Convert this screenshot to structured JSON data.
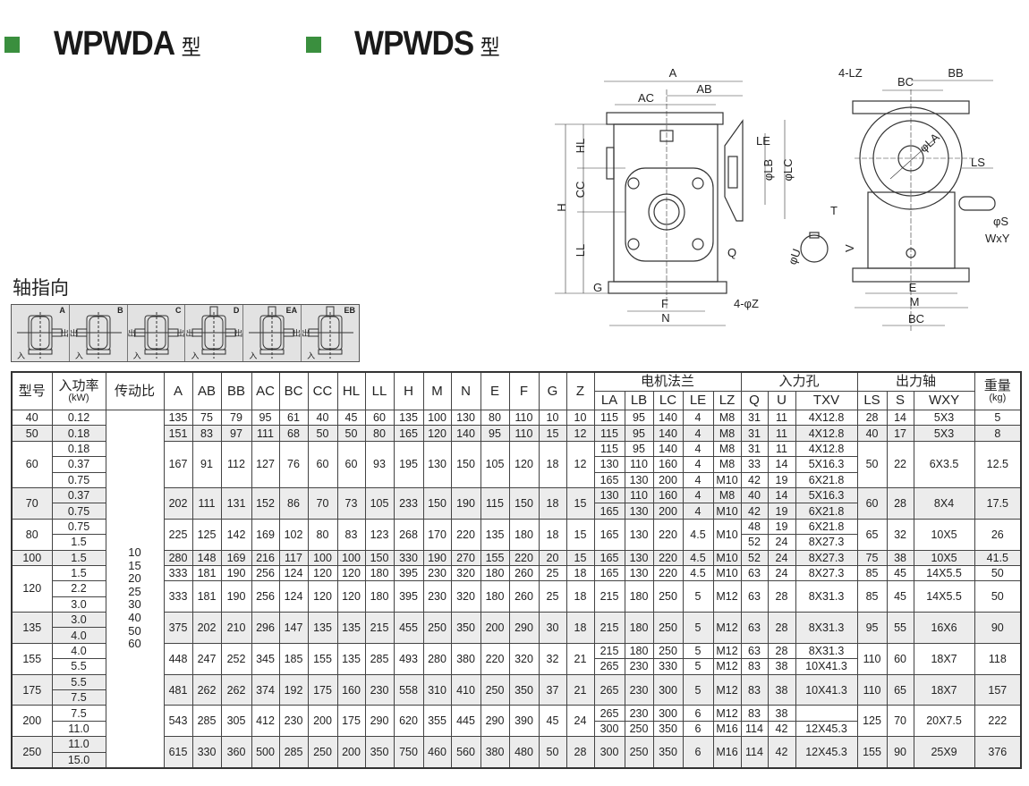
{
  "header": {
    "left_title": "WPWDA",
    "right_title": "WPWDS",
    "type_suffix": "型",
    "accent_color": "#3a8f3e"
  },
  "shaft_direction": {
    "title": "轴指向",
    "in_label": "入",
    "out_label": "出",
    "types": [
      "A",
      "B",
      "C",
      "D",
      "EA",
      "EB"
    ]
  },
  "drawing": {
    "labels": {
      "A": "A",
      "AB": "AB",
      "AC": "AC",
      "H": "H",
      "HL": "HL",
      "CC": "CC",
      "LL": "LL",
      "G": "G",
      "F": "F",
      "N": "N",
      "Z": "4-φZ",
      "LE": "LE",
      "LB": "φLB",
      "LC": "φLC",
      "Q": "Q",
      "T": "T",
      "U": "φU",
      "V": "V",
      "LZ": "4-LZ",
      "BC_top": "BC",
      "BB": "BB",
      "LA": "φLA",
      "LS": "LS",
      "S": "φS",
      "WXY": "WxY",
      "E": "E",
      "M": "M",
      "BC_bottom": "BC"
    }
  },
  "table": {
    "headers": {
      "model": "型号",
      "power": "入功率",
      "power_unit": "(kW)",
      "ratio": "传动比",
      "dims": [
        "A",
        "AB",
        "BB",
        "AC",
        "BC",
        "CC",
        "HL",
        "LL",
        "H",
        "M",
        "N",
        "E",
        "F",
        "G",
        "Z"
      ],
      "flange_group": "电机法兰",
      "flange": [
        "LA",
        "LB",
        "LC",
        "LE",
        "LZ"
      ],
      "input_group": "入力孔",
      "input": [
        "Q",
        "U",
        "TXV"
      ],
      "output_group": "出力轴",
      "output": [
        "LS",
        "S",
        "WXY"
      ],
      "weight": "重量",
      "weight_unit": "(kg)"
    },
    "ratios": [
      "10",
      "15",
      "20",
      "25",
      "30",
      "40",
      "50",
      "60"
    ],
    "rows": [
      {
        "model": "40",
        "power": [
          "0.12"
        ],
        "dims": [
          {
            "span": 1,
            "v": [
              "135",
              "75",
              "79",
              "95",
              "61",
              "40",
              "45",
              "60",
              "135",
              "100",
              "130",
              "80",
              "110",
              "10",
              "10"
            ]
          }
        ],
        "flange": [
          {
            "span": 1,
            "v": [
              "115",
              "95",
              "140",
              "4",
              "M8"
            ]
          }
        ],
        "input": [
          {
            "span": 1,
            "v": [
              "31",
              "11",
              "4X12.8"
            ]
          }
        ],
        "output": [
          {
            "span": 1,
            "v": [
              "28",
              "14",
              "5X3"
            ]
          }
        ],
        "weight": [
          {
            "span": 1,
            "v": [
              "5"
            ]
          }
        ]
      },
      {
        "model": "50",
        "power": [
          "0.18"
        ],
        "dims": [
          {
            "span": 1,
            "v": [
              "151",
              "83",
              "97",
              "111",
              "68",
              "50",
              "50",
              "80",
              "165",
              "120",
              "140",
              "95",
              "110",
              "15",
              "12"
            ]
          }
        ],
        "flange": [
          {
            "span": 1,
            "v": [
              "115",
              "95",
              "140",
              "4",
              "M8"
            ]
          }
        ],
        "input": [
          {
            "span": 1,
            "v": [
              "31",
              "11",
              "4X12.8"
            ]
          }
        ],
        "output": [
          {
            "span": 1,
            "v": [
              "40",
              "17",
              "5X3"
            ]
          }
        ],
        "weight": [
          {
            "span": 1,
            "v": [
              "8"
            ]
          }
        ]
      },
      {
        "model": "60",
        "power": [
          "0.18",
          "0.37",
          "0.75"
        ],
        "dims": [
          {
            "span": 3,
            "v": [
              "167",
              "91",
              "112",
              "127",
              "76",
              "60",
              "60",
              "93",
              "195",
              "130",
              "150",
              "105",
              "120",
              "18",
              "12"
            ]
          }
        ],
        "flange": [
          {
            "span": 1,
            "v": [
              "115",
              "95",
              "140",
              "4",
              "M8"
            ]
          },
          {
            "span": 1,
            "v": [
              "130",
              "110",
              "160",
              "4",
              "M8"
            ]
          },
          {
            "span": 1,
            "v": [
              "165",
              "130",
              "200",
              "4",
              "M10"
            ]
          }
        ],
        "input": [
          {
            "span": 1,
            "v": [
              "31",
              "11",
              "4X12.8"
            ]
          },
          {
            "span": 1,
            "v": [
              "33",
              "14",
              "5X16.3"
            ]
          },
          {
            "span": 1,
            "v": [
              "42",
              "19",
              "6X21.8"
            ]
          }
        ],
        "output": [
          {
            "span": 3,
            "v": [
              "50",
              "22",
              "6X3.5"
            ]
          }
        ],
        "weight": [
          {
            "span": 3,
            "v": [
              "12.5"
            ]
          }
        ]
      },
      {
        "model": "70",
        "power": [
          "0.37",
          "0.75"
        ],
        "dims": [
          {
            "span": 2,
            "v": [
              "202",
              "111",
              "131",
              "152",
              "86",
              "70",
              "73",
              "105",
              "233",
              "150",
              "190",
              "115",
              "150",
              "18",
              "15"
            ]
          }
        ],
        "flange": [
          {
            "span": 1,
            "v": [
              "130",
              "110",
              "160",
              "4",
              "M8"
            ]
          },
          {
            "span": 1,
            "v": [
              "165",
              "130",
              "200",
              "4",
              "M10"
            ]
          }
        ],
        "input": [
          {
            "span": 1,
            "v": [
              "40",
              "14",
              "5X16.3"
            ]
          },
          {
            "span": 1,
            "v": [
              "42",
              "19",
              "6X21.8"
            ]
          }
        ],
        "output": [
          {
            "span": 2,
            "v": [
              "60",
              "28",
              "8X4"
            ]
          }
        ],
        "weight": [
          {
            "span": 2,
            "v": [
              "17.5"
            ]
          }
        ]
      },
      {
        "model": "80",
        "power": [
          "0.75",
          "1.5"
        ],
        "dims": [
          {
            "span": 2,
            "v": [
              "225",
              "125",
              "142",
              "169",
              "102",
              "80",
              "83",
              "123",
              "268",
              "170",
              "220",
              "135",
              "180",
              "18",
              "15"
            ]
          }
        ],
        "flange": [
          {
            "span": 2,
            "v": [
              "165",
              "130",
              "220",
              "4.5",
              "M10"
            ]
          }
        ],
        "input": [
          {
            "span": 1,
            "v": [
              "48",
              "19",
              "6X21.8"
            ]
          },
          {
            "span": 1,
            "v": [
              "52",
              "24",
              "8X27.3"
            ]
          }
        ],
        "output": [
          {
            "span": 2,
            "v": [
              "65",
              "32",
              "10X5"
            ]
          }
        ],
        "weight": [
          {
            "span": 2,
            "v": [
              "26"
            ]
          }
        ]
      },
      {
        "model": "100",
        "power": [
          "1.5"
        ],
        "dims": [
          {
            "span": 1,
            "v": [
              "280",
              "148",
              "169",
              "216",
              "117",
              "100",
              "100",
              "150",
              "330",
              "190",
              "270",
              "155",
              "220",
              "20",
              "15"
            ]
          }
        ],
        "flange": [
          {
            "span": 1,
            "v": [
              "165",
              "130",
              "220",
              "4.5",
              "M10"
            ]
          }
        ],
        "input": [
          {
            "span": 1,
            "v": [
              "52",
              "24",
              "8X27.3"
            ]
          }
        ],
        "output": [
          {
            "span": 1,
            "v": [
              "75",
              "38",
              "10X5"
            ]
          }
        ],
        "weight": [
          {
            "span": 1,
            "v": [
              "41.5"
            ]
          }
        ]
      },
      {
        "model": "120",
        "power": [
          "1.5",
          "2.2",
          "3.0"
        ],
        "dims": [
          {
            "span": 1,
            "v": [
              "333",
              "181",
              "190",
              "256",
              "124",
              "120",
              "120",
              "180",
              "395",
              "230",
              "320",
              "180",
              "260",
              "25",
              "18"
            ]
          },
          {
            "span": 2,
            "v": [
              "333",
              "181",
              "190",
              "256",
              "124",
              "120",
              "120",
              "180",
              "395",
              "230",
              "320",
              "180",
              "260",
              "25",
              "18"
            ]
          }
        ],
        "flange": [
          {
            "span": 1,
            "v": [
              "165",
              "130",
              "220",
              "4.5",
              "M10"
            ]
          },
          {
            "span": 2,
            "v": [
              "215",
              "180",
              "250",
              "5",
              "M12"
            ]
          }
        ],
        "input": [
          {
            "span": 1,
            "v": [
              "63",
              "24",
              "8X27.3"
            ]
          },
          {
            "span": 2,
            "v": [
              "63",
              "28",
              "8X31.3"
            ]
          }
        ],
        "output": [
          {
            "span": 1,
            "v": [
              "85",
              "45",
              "14X5.5"
            ]
          },
          {
            "span": 2,
            "v": [
              "85",
              "45",
              "14X5.5"
            ]
          }
        ],
        "weight": [
          {
            "span": 1,
            "v": [
              "50"
            ]
          },
          {
            "span": 2,
            "v": [
              "50"
            ]
          }
        ]
      },
      {
        "model": "135",
        "power": [
          "3.0",
          "4.0"
        ],
        "dims": [
          {
            "span": 2,
            "v": [
              "375",
              "202",
              "210",
              "296",
              "147",
              "135",
              "135",
              "215",
              "455",
              "250",
              "350",
              "200",
              "290",
              "30",
              "18"
            ]
          }
        ],
        "flange": [
          {
            "span": 2,
            "v": [
              "215",
              "180",
              "250",
              "5",
              "M12"
            ]
          }
        ],
        "input": [
          {
            "span": 2,
            "v": [
              "63",
              "28",
              "8X31.3"
            ]
          }
        ],
        "output": [
          {
            "span": 2,
            "v": [
              "95",
              "55",
              "16X6"
            ]
          }
        ],
        "weight": [
          {
            "span": 2,
            "v": [
              "90"
            ]
          }
        ]
      },
      {
        "model": "155",
        "power": [
          "4.0",
          "5.5"
        ],
        "dims": [
          {
            "span": 2,
            "v": [
              "448",
              "247",
              "252",
              "345",
              "185",
              "155",
              "135",
              "285",
              "493",
              "280",
              "380",
              "220",
              "320",
              "32",
              "21"
            ]
          }
        ],
        "flange": [
          {
            "span": 1,
            "v": [
              "215",
              "180",
              "250",
              "5",
              "M12"
            ]
          },
          {
            "span": 1,
            "v": [
              "265",
              "230",
              "330",
              "5",
              "M12"
            ]
          }
        ],
        "input": [
          {
            "span": 1,
            "v": [
              "63",
              "28",
              "8X31.3"
            ]
          },
          {
            "span": 1,
            "v": [
              "83",
              "38",
              "10X41.3"
            ]
          }
        ],
        "output": [
          {
            "span": 2,
            "v": [
              "110",
              "60",
              "18X7"
            ]
          }
        ],
        "weight": [
          {
            "span": 2,
            "v": [
              "118"
            ]
          }
        ]
      },
      {
        "model": "175",
        "power": [
          "5.5",
          "7.5"
        ],
        "dims": [
          {
            "span": 2,
            "v": [
              "481",
              "262",
              "262",
              "374",
              "192",
              "175",
              "160",
              "230",
              "558",
              "310",
              "410",
              "250",
              "350",
              "37",
              "21"
            ]
          }
        ],
        "flange": [
          {
            "span": 2,
            "v": [
              "265",
              "230",
              "300",
              "5",
              "M12"
            ]
          }
        ],
        "input": [
          {
            "span": 2,
            "v": [
              "83",
              "38",
              "10X41.3"
            ]
          }
        ],
        "output": [
          {
            "span": 2,
            "v": [
              "110",
              "65",
              "18X7"
            ]
          }
        ],
        "weight": [
          {
            "span": 2,
            "v": [
              "157"
            ]
          }
        ]
      },
      {
        "model": "200",
        "power": [
          "7.5",
          "11.0"
        ],
        "dims": [
          {
            "span": 2,
            "v": [
              "543",
              "285",
              "305",
              "412",
              "230",
              "200",
              "175",
              "290",
              "620",
              "355",
              "445",
              "290",
              "390",
              "45",
              "24"
            ]
          }
        ],
        "flange": [
          {
            "span": 1,
            "v": [
              "265",
              "230",
              "300",
              "6",
              "M12"
            ]
          },
          {
            "span": 1,
            "v": [
              "300",
              "250",
              "350",
              "6",
              "M16"
            ]
          }
        ],
        "input": [
          {
            "span": 1,
            "v": [
              "83",
              "38",
              ""
            ]
          },
          {
            "span": 1,
            "v": [
              "114",
              "42",
              "12X45.3"
            ]
          }
        ],
        "output": [
          {
            "span": 2,
            "v": [
              "125",
              "70",
              "20X7.5"
            ]
          }
        ],
        "weight": [
          {
            "span": 2,
            "v": [
              "222"
            ]
          }
        ]
      },
      {
        "model": "250",
        "power": [
          "11.0",
          "15.0"
        ],
        "dims": [
          {
            "span": 2,
            "v": [
              "615",
              "330",
              "360",
              "500",
              "285",
              "250",
              "200",
              "350",
              "750",
              "460",
              "560",
              "380",
              "480",
              "50",
              "28"
            ]
          }
        ],
        "flange": [
          {
            "span": 2,
            "v": [
              "300",
              "250",
              "350",
              "6",
              "M16"
            ]
          }
        ],
        "input": [
          {
            "span": 2,
            "v": [
              "114",
              "42",
              "12X45.3"
            ]
          }
        ],
        "output": [
          {
            "span": 2,
            "v": [
              "155",
              "90",
              "25X9"
            ]
          }
        ],
        "weight": [
          {
            "span": 2,
            "v": [
              "376"
            ]
          }
        ]
      }
    ]
  }
}
